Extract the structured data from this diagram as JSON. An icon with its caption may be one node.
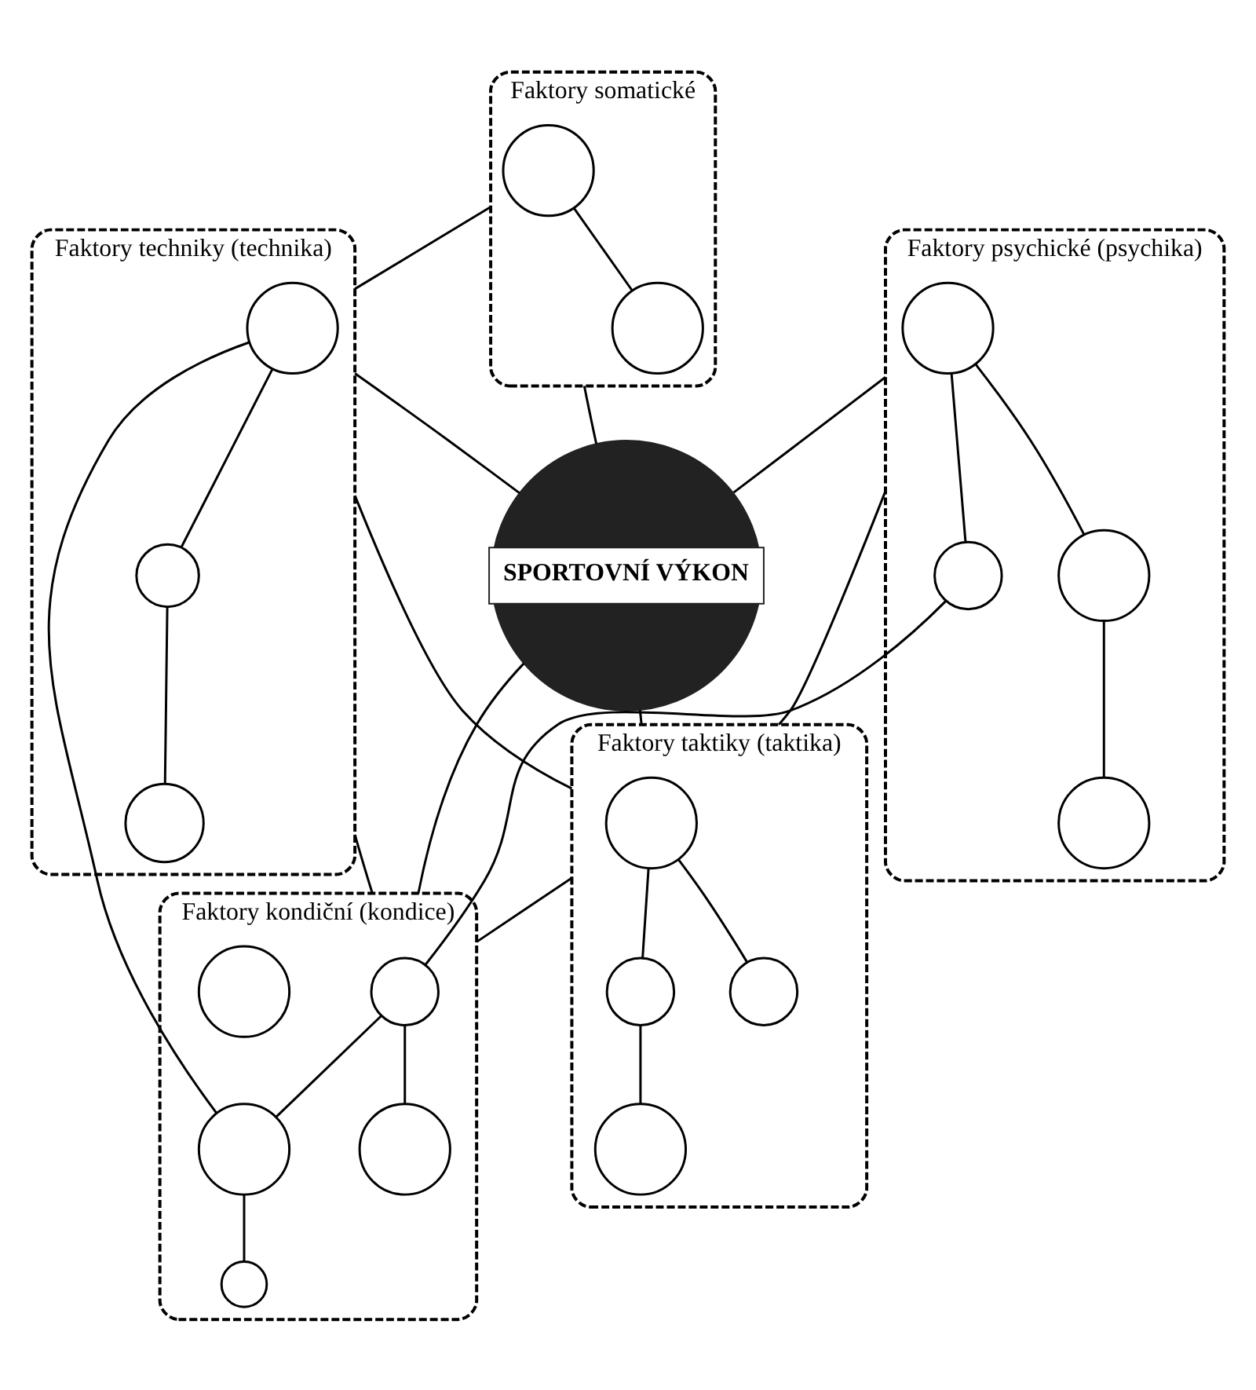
{
  "diagram": {
    "nodes": [
      {
        "text": [
          "SPORTOVNÍ VÝKON"
        ]
      },
      {
        "text": [
          "Faktory somatické"
        ]
      },
      {
        "text": [],
        "shape": "circle",
        "in": 1
      },
      {
        "text": [],
        "shape": "circle",
        "in": 1
      },
      {
        "text": [
          "Faktory psychické (psychika)"
        ]
      },
      {
        "text": [],
        "shape": "circle",
        "in": 4
      },
      {
        "text": [],
        "shape": "circle",
        "in": 4
      },
      {
        "text": [],
        "shape": "circle",
        "in": 4
      },
      {
        "text": [],
        "shape": "circle",
        "in": 4
      },
      {
        "text": [
          "Faktory techniky (technika)"
        ]
      },
      {
        "text": [],
        "shape": "circle",
        "in": 9
      },
      {
        "text": [],
        "shape": "circle",
        "in": 9
      },
      {
        "text": [],
        "shape": "circle",
        "in": 9
      },
      {
        "text": [
          "Faktory taktiky (taktika)"
        ]
      },
      {
        "text": [],
        "shape": "circle",
        "in": 13
      },
      {
        "text": [],
        "shape": "circle",
        "in": 13
      },
      {
        "text": [],
        "shape": "circle",
        "in": 13
      },
      {
        "text": [],
        "shape": "circle",
        "in": 13
      },
      {
        "text": [
          "Faktory kondiční (kondice)"
        ]
      },
      {
        "text": [],
        "shape": "circle",
        "in": 18
      },
      {
        "text": [],
        "shape": "circle",
        "in": 18
      },
      {
        "text": [],
        "shape": "circle",
        "in": 18
      },
      {
        "text": [],
        "shape": "circle",
        "in": 18
      },
      {
        "text": [],
        "shape": "circle",
        "in": 18
      }
    ],
    "edges": [
      {
        "from": 2,
        "to": 3,
        "arrow": "none"
      },
      {
        "from": 5,
        "to": 6,
        "arrow": "none"
      },
      {
        "from": 5,
        "to": 7,
        "arrow": "none"
      },
      {
        "from": 6,
        "to": 8,
        "arrow": "none"
      },
      {
        "from": 10,
        "to": 11,
        "arrow": "none"
      },
      {
        "from": 11,
        "to": 12,
        "arrow": "none"
      },
      {
        "from": 14,
        "to": 15,
        "arrow": "none"
      },
      {
        "from": 14,
        "to": 16,
        "arrow": "none"
      },
      {
        "from": 15,
        "to": 17,
        "arrow": "none"
      },
      {
        "from": 19,
        "to": 20,
        "arrow": "none"
      },
      {
        "from": 19,
        "to": 21,
        "arrow": "none"
      },
      {
        "from": 21,
        "to": 23,
        "arrow": "none"
      },
      {
        "from": 1,
        "to": 0,
        "arrow": "none"
      },
      {
        "from": 4,
        "to": 0,
        "arrow": "none"
      },
      {
        "from": 9,
        "to": 0,
        "arrow": "none"
      },
      {
        "from": 0,
        "to": 13,
        "arrow": "none"
      },
      {
        "from": 0,
        "to": 18,
        "arrow": "none"
      },
      {
        "from": 1,
        "to": 9,
        "arrow": "none"
      },
      {
        "from": 4,
        "to": 13,
        "arrow": "none"
      },
      {
        "from": 9,
        "to": 18,
        "arrow": "none"
      },
      {
        "from": 9,
        "to": 13,
        "arrow": "none"
      },
      {
        "from": 13,
        "to": 18,
        "arrow": "none"
      },
      {
        "from": 7,
        "to": 19,
        "arrow": "none"
      },
      {
        "from": 10,
        "to": 21,
        "arrow": "none"
      }
    ]
  }
}
